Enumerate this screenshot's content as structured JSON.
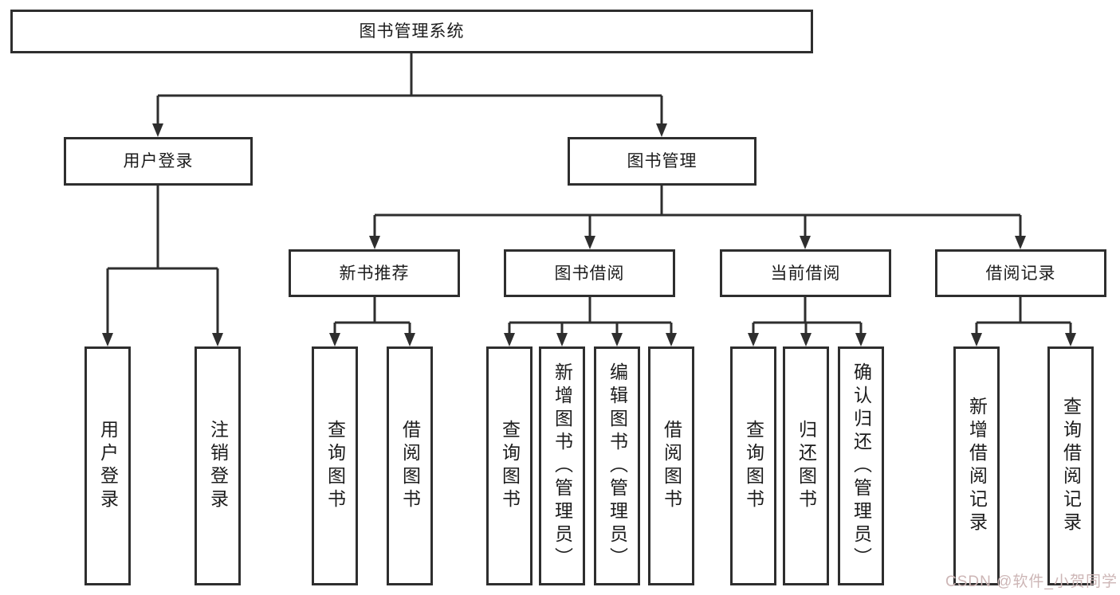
{
  "tree": {
    "label": "图书管理系统",
    "children": [
      {
        "label": "用户登录",
        "children": [
          {
            "label": "用户登录"
          },
          {
            "label": "注销登录"
          }
        ]
      },
      {
        "label": "图书管理",
        "children": [
          {
            "label": "新书推荐",
            "children": [
              {
                "label": "查询图书"
              },
              {
                "label": "借阅图书"
              }
            ]
          },
          {
            "label": "图书借阅",
            "children": [
              {
                "label": "查询图书"
              },
              {
                "label": "新增图书（管理员）"
              },
              {
                "label": "编辑图书（管理员）"
              },
              {
                "label": "借阅图书"
              }
            ]
          },
          {
            "label": "当前借阅",
            "children": [
              {
                "label": "查询图书"
              },
              {
                "label": "归还图书"
              },
              {
                "label": "确认归还（管理员）"
              }
            ]
          },
          {
            "label": "借阅记录",
            "children": [
              {
                "label": "新增借阅记录"
              },
              {
                "label": "查询借阅记录"
              }
            ]
          }
        ]
      }
    ]
  },
  "watermark": {
    "text": "CSDN @软件_小贺同学"
  },
  "colors": {
    "line": "#2e2e2e",
    "box_border": "#2e2e2e",
    "text": "#1c1c1c",
    "watermark": "#cdb6b6",
    "background": "#ffffff"
  }
}
